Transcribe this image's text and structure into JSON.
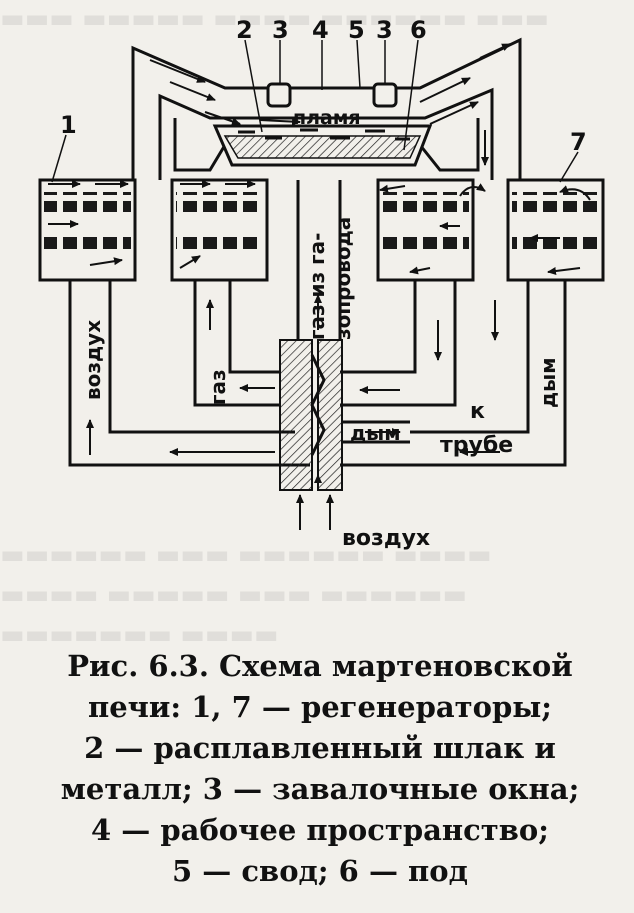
{
  "figure": {
    "labels": {
      "n1": "1",
      "n2": "2",
      "n3a": "3",
      "n4": "4",
      "n5": "5",
      "n3b": "3",
      "n6": "6",
      "n7": "7",
      "flame": "пламя",
      "gas_supply": "газ из га-",
      "gas_supply_2": "зопровода",
      "air_left": "воздух",
      "gas": "газ",
      "smoke_right": "дым",
      "smoke_bottom": "дым",
      "to": "к",
      "chimney": "трубе",
      "air_bottom": "воздух"
    },
    "caption": [
      "Рис. 6.3. Схема мартеновской",
      "печи: 1, 7 — регенераторы;",
      "2 — расплавленный шлак и",
      "металл; 3 — завалочные окна;",
      "4 — рабочее пространство;",
      "5 — свод; 6 — под"
    ]
  },
  "colors": {
    "ink": "#111111",
    "paper": "#f2f0eb",
    "brick_fill": "#1a1a1a"
  }
}
